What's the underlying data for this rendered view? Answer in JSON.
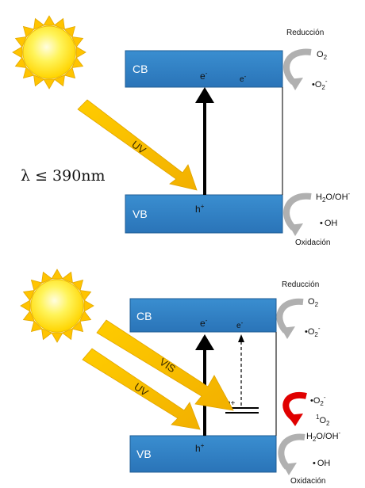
{
  "panel_uv": {
    "cb_label": "CB",
    "vb_label": "VB",
    "electron": "e",
    "electron_sup": "-",
    "electron2": "e",
    "electron2_sup": "-",
    "hole": "h",
    "hole_sup": "+",
    "light_label": "UV",
    "wavelength": "λ ≤ 390nm",
    "reduction_label": "Reducción",
    "reduction_in": "O",
    "reduction_in_sub": "2",
    "reduction_out_dot": "•",
    "reduction_out": "O",
    "reduction_out_sub": "2",
    "reduction_out_sup": "-",
    "oxidation_in": "H",
    "oxidation_in_sub": "2",
    "oxidation_in_rest": "O/OH",
    "oxidation_in_sup": "-",
    "oxidation_out_dot": "•",
    "oxidation_out": "OH",
    "oxidation_label": "Oxidación"
  },
  "panel_vis": {
    "cb_label": "CB",
    "vb_label": "VB",
    "electron": "e",
    "electron_sup": "-",
    "electron2": "e",
    "electron2_sup": "-",
    "hole": "h",
    "hole_sup": "+",
    "trap_label": "h+",
    "light_label_vis": "VIS",
    "light_label_uv": "UV",
    "reduction_label": "Reducción",
    "reduction_in": "O",
    "reduction_in_sub": "2",
    "reduction_out_dot": "•",
    "reduction_out": "O",
    "reduction_out_sub": "2",
    "reduction_out_sup": "-",
    "singlet_dot": "•",
    "singlet_out": "O",
    "singlet_out_sub": "2",
    "singlet_out_sup": "-",
    "singlet_pre_sup": "1",
    "singlet_o": "O",
    "singlet_o_sub": "2",
    "oxidation_in": "H",
    "oxidation_in_sub": "2",
    "oxidation_in_rest": "O/OH",
    "oxidation_in_sup": "-",
    "oxidation_out_dot": "•",
    "oxidation_out": "OH",
    "oxidation_label": "Oxidación"
  },
  "colors": {
    "band_fill": "#2e7ec2",
    "band_stroke": "#1f5d94",
    "sun_core": "#ffe600",
    "sun_rays": "#ffc400",
    "light_arrow": "#ffc000",
    "cycle_arrow": "#b0b0b0",
    "red_arrow": "#e00000"
  }
}
